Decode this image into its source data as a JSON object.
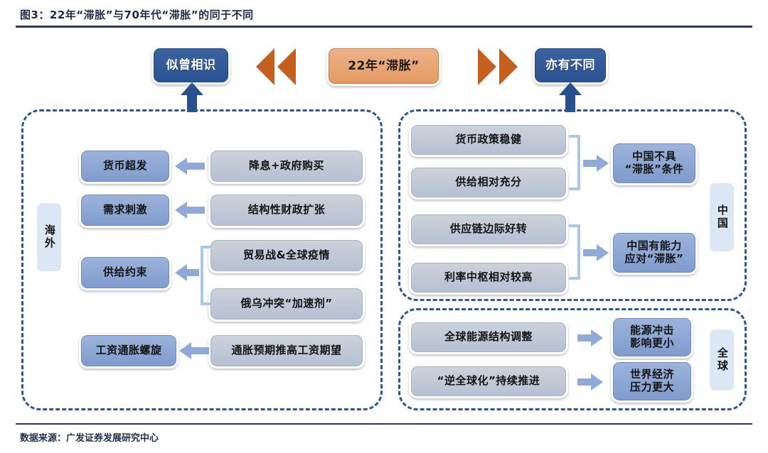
{
  "header": {
    "title": "图3：22年“滞胀”与70年代“滞胀”的同于不同"
  },
  "footer": {
    "source": "数据来源：广发证券发展研究中心"
  },
  "top_row": {
    "left_box": "似曾相识",
    "center_box": "22年“滞胀”",
    "right_box": "亦有不同",
    "left_chevron_icon": "double-chevron-left-icon",
    "right_chevron_icon": "double-chevron-right-icon",
    "left_up_arrow_icon": "arrow-up-icon",
    "right_up_arrow_icon": "arrow-up-icon"
  },
  "left_panel": {
    "side_label": "海外",
    "results": [
      {
        "label": "货币超发"
      },
      {
        "label": "需求刺激"
      },
      {
        "label": "供给约束"
      },
      {
        "label": "工资通胀螺旋"
      }
    ],
    "causes": [
      {
        "label": "降息+政府购买"
      },
      {
        "label": "结构性财政扩张"
      },
      {
        "label": "贸易战&全球疫情"
      },
      {
        "label": "俄乌冲突“加速剂”"
      },
      {
        "label": "通胀预期推高工资期望"
      }
    ],
    "arrow_icon": "arrow-left-icon",
    "bracket_icon": "bracket-left-icon"
  },
  "china_panel": {
    "side_label": "中国",
    "causes_group_1": [
      {
        "label": "货币政策稳健"
      },
      {
        "label": "供给相对充分"
      }
    ],
    "causes_group_2": [
      {
        "label": "供应链边际好转"
      },
      {
        "label": "利率中枢相对较高"
      }
    ],
    "conclusions": [
      {
        "label": "中国不具\n“滞胀”条件"
      },
      {
        "label": "中国有能力\n应对“滞胀”"
      }
    ],
    "arrow_icon": "arrow-right-icon",
    "bracket_icon": "bracket-right-icon"
  },
  "global_panel": {
    "side_label": "全球",
    "causes": [
      {
        "label": "全球能源结构调整"
      },
      {
        "label": "“逆全球化”持续推进"
      }
    ],
    "conclusions": [
      {
        "label": "能源冲击\n影响更小"
      },
      {
        "label": "世界经济\n压力更大"
      }
    ],
    "arrow_icon": "arrow-right-icon"
  },
  "colors": {
    "navy": "#2b5292",
    "orange": "#e49a62",
    "chevron_orange": "#c4601e",
    "mid_blue": "#8ba4d4",
    "grey_blue": "#c0c9d8",
    "light_blue_label": "#dce7f5",
    "bracket_blue": "#a8c8e8",
    "arrow_blue": "#8fa9d8",
    "rule": "#2b3a57"
  }
}
